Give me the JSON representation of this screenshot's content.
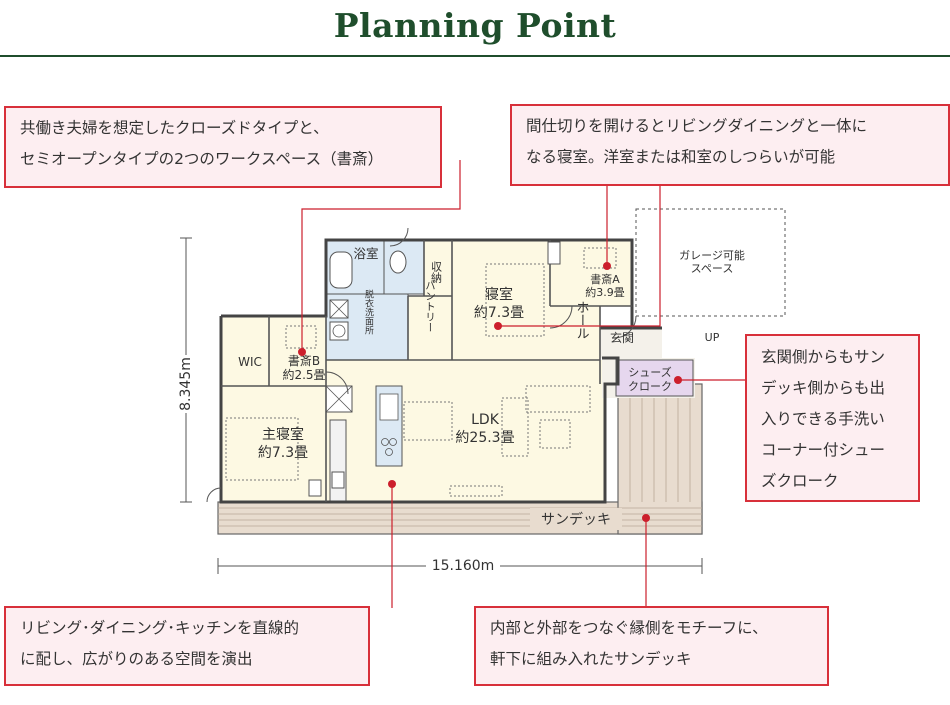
{
  "header": {
    "title": "Planning Point"
  },
  "callouts": {
    "workspace": {
      "line1": "共働き夫婦を想定したクローズドタイプと、",
      "line2": "セミオープンタイプの2つのワークスペース（書斎）"
    },
    "bedroom": {
      "line1": "間仕切りを開けるとリビングダイニングと一体に",
      "line2": "なる寝室。洋室または和室のしつらいが可能"
    },
    "shoes_closet": {
      "line1": "玄関側からもサン",
      "line2": "デッキ側からも出",
      "line3": "入りできる手洗い",
      "line4": "コーナー付シュー",
      "line5": "ズクローク"
    },
    "ldk": {
      "line1": "リビング･ダイニング･キッチンを直線的",
      "line2": "に配し、広がりのある空間を演出"
    },
    "deck": {
      "line1": "内部と外部をつなぐ縁側をモチーフに、",
      "line2": "軒下に組み入れたサンデッキ"
    }
  },
  "plan": {
    "dimension_height": "8.345m",
    "dimension_width": "15.160m",
    "rooms": {
      "bath": "浴室",
      "storage": "収納",
      "pantry": "パントリー",
      "washroom": "脱衣洗面所",
      "bedroom_name": "寝室",
      "bedroom_size": "約7.3畳",
      "study_a_name": "書斎A",
      "study_a_size": "約3.9畳",
      "garage_line1": "ガレージ可能",
      "garage_line2": "スペース",
      "hall": "ホール",
      "entrance": "玄関",
      "up": "UP",
      "wic": "WIC",
      "study_b_name": "書斎B",
      "study_b_size": "約2.5畳",
      "master_name": "主寝室",
      "master_size": "約7.3畳",
      "ldk_name": "LDK",
      "ldk_size": "約25.3畳",
      "shoes_line1": "シューズ",
      "shoes_line2": "クローク",
      "deck": "サンデッキ"
    }
  },
  "colors": {
    "title": "#1f4e2c",
    "callout_border": "#d8303a",
    "callout_fill": "#fdeef1",
    "interior_floor": "#fdf9e3",
    "wet_area": "#dce9f4",
    "deck": "#e8dccf",
    "leader_line": "#cc1f2c"
  }
}
